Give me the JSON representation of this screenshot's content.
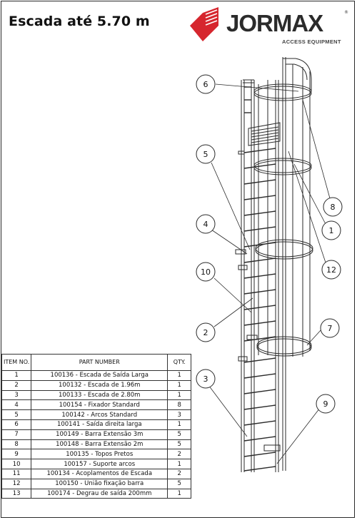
{
  "title": "Escada até 5.70 m",
  "brand": {
    "name": "JORMAX",
    "tagline": "ACCESS EQUIPMENT",
    "registered_mark": "®",
    "color": "#d6262e"
  },
  "callouts": [
    "6",
    "5",
    "4",
    "10",
    "2",
    "3",
    "8",
    "1",
    "12",
    "7",
    "9"
  ],
  "parts_table": {
    "headers": {
      "item": "ITEM NO.",
      "part": "PART NUMBER",
      "qty": "QTY."
    },
    "rows": [
      {
        "item": "1",
        "part": "100136 - Escada de Saída Larga",
        "qty": "1"
      },
      {
        "item": "2",
        "part": "100132 - Escada de 1.96m",
        "qty": "1"
      },
      {
        "item": "3",
        "part": "100133 - Escada de 2.80m",
        "qty": "1"
      },
      {
        "item": "4",
        "part": "100154 - Fixador Standard",
        "qty": "8"
      },
      {
        "item": "5",
        "part": "100142 - Arcos Standard",
        "qty": "3"
      },
      {
        "item": "6",
        "part": "100141 - Saída direita larga",
        "qty": "1"
      },
      {
        "item": "7",
        "part": "100149 - Barra Extensão 3m",
        "qty": "5"
      },
      {
        "item": "8",
        "part": "100148 - Barra Extensão 2m",
        "qty": "5"
      },
      {
        "item": "9",
        "part": "100135 - Topos Pretos",
        "qty": "2"
      },
      {
        "item": "10",
        "part": "100157 - Suporte arcos",
        "qty": "1"
      },
      {
        "item": "11",
        "part": "100134 - Acoplamentos de Escada",
        "qty": "2"
      },
      {
        "item": "12",
        "part": "100150 - União fixação barra",
        "qty": "5"
      },
      {
        "item": "13",
        "part": "100174 - Degrau de saída 200mm",
        "qty": "1"
      }
    ]
  }
}
